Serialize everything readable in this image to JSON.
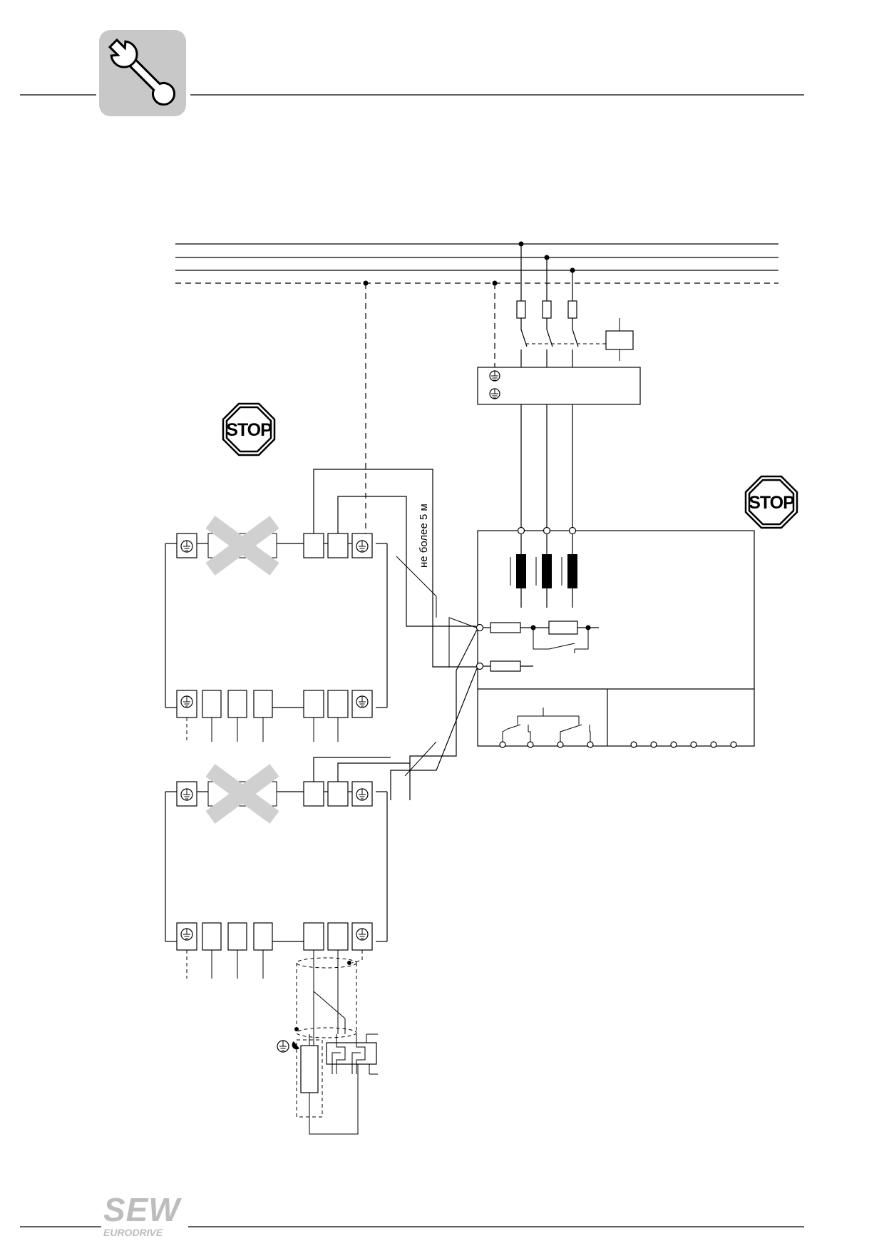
{
  "header": {
    "icon": "wrench-icon"
  },
  "diagram": {
    "cable_length_note": "не более 5 м",
    "stop_sign_text": "STOP"
  },
  "footer": {
    "logo_main": "SEW",
    "logo_sub": "EURODRIVE"
  },
  "colors": {
    "line": "#000000",
    "icon_bg": "#c8c8c8",
    "cross": "#d0d0d0",
    "logo": "#bdbdbd"
  }
}
